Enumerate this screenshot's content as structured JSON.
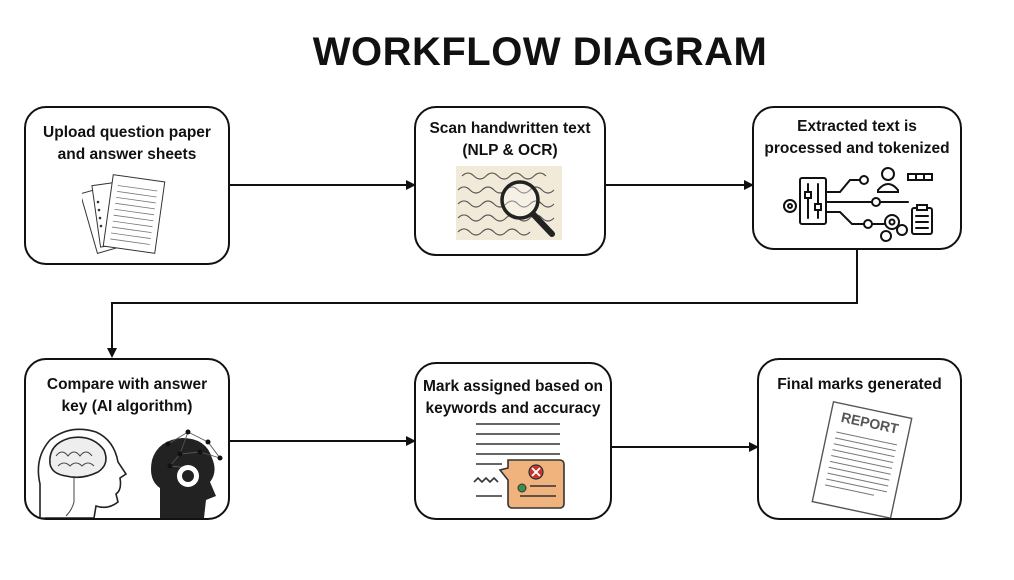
{
  "title": "WORKFLOW DIAGRAM",
  "steps": [
    {
      "line1": "Upload question paper",
      "line2": "and answer sheets",
      "icon": "paper-stack-icon"
    },
    {
      "line1": "Scan handwritten text",
      "line2": "(NLP & OCR)",
      "icon": "magnifier-handwriting-icon"
    },
    {
      "line1": "Extracted text is",
      "line2": "processed and tokenized",
      "icon": "processing-network-icon"
    },
    {
      "line1": "Compare with answer",
      "line2": "key (AI algorithm)",
      "icon": "brain-ai-head-icon"
    },
    {
      "line1": "Mark assigned based on",
      "line2": "keywords and accuracy",
      "icon": "graded-document-icon"
    },
    {
      "line1": "Final marks generated",
      "line2": "",
      "icon": "report-document-icon"
    }
  ],
  "report_stamp": "REPORT",
  "colors": {
    "stroke": "#111111",
    "background": "#ffffff",
    "accent_red": "#c8372d",
    "accent_orange": "#f0b37e",
    "accent_green": "#3f8f4a"
  }
}
